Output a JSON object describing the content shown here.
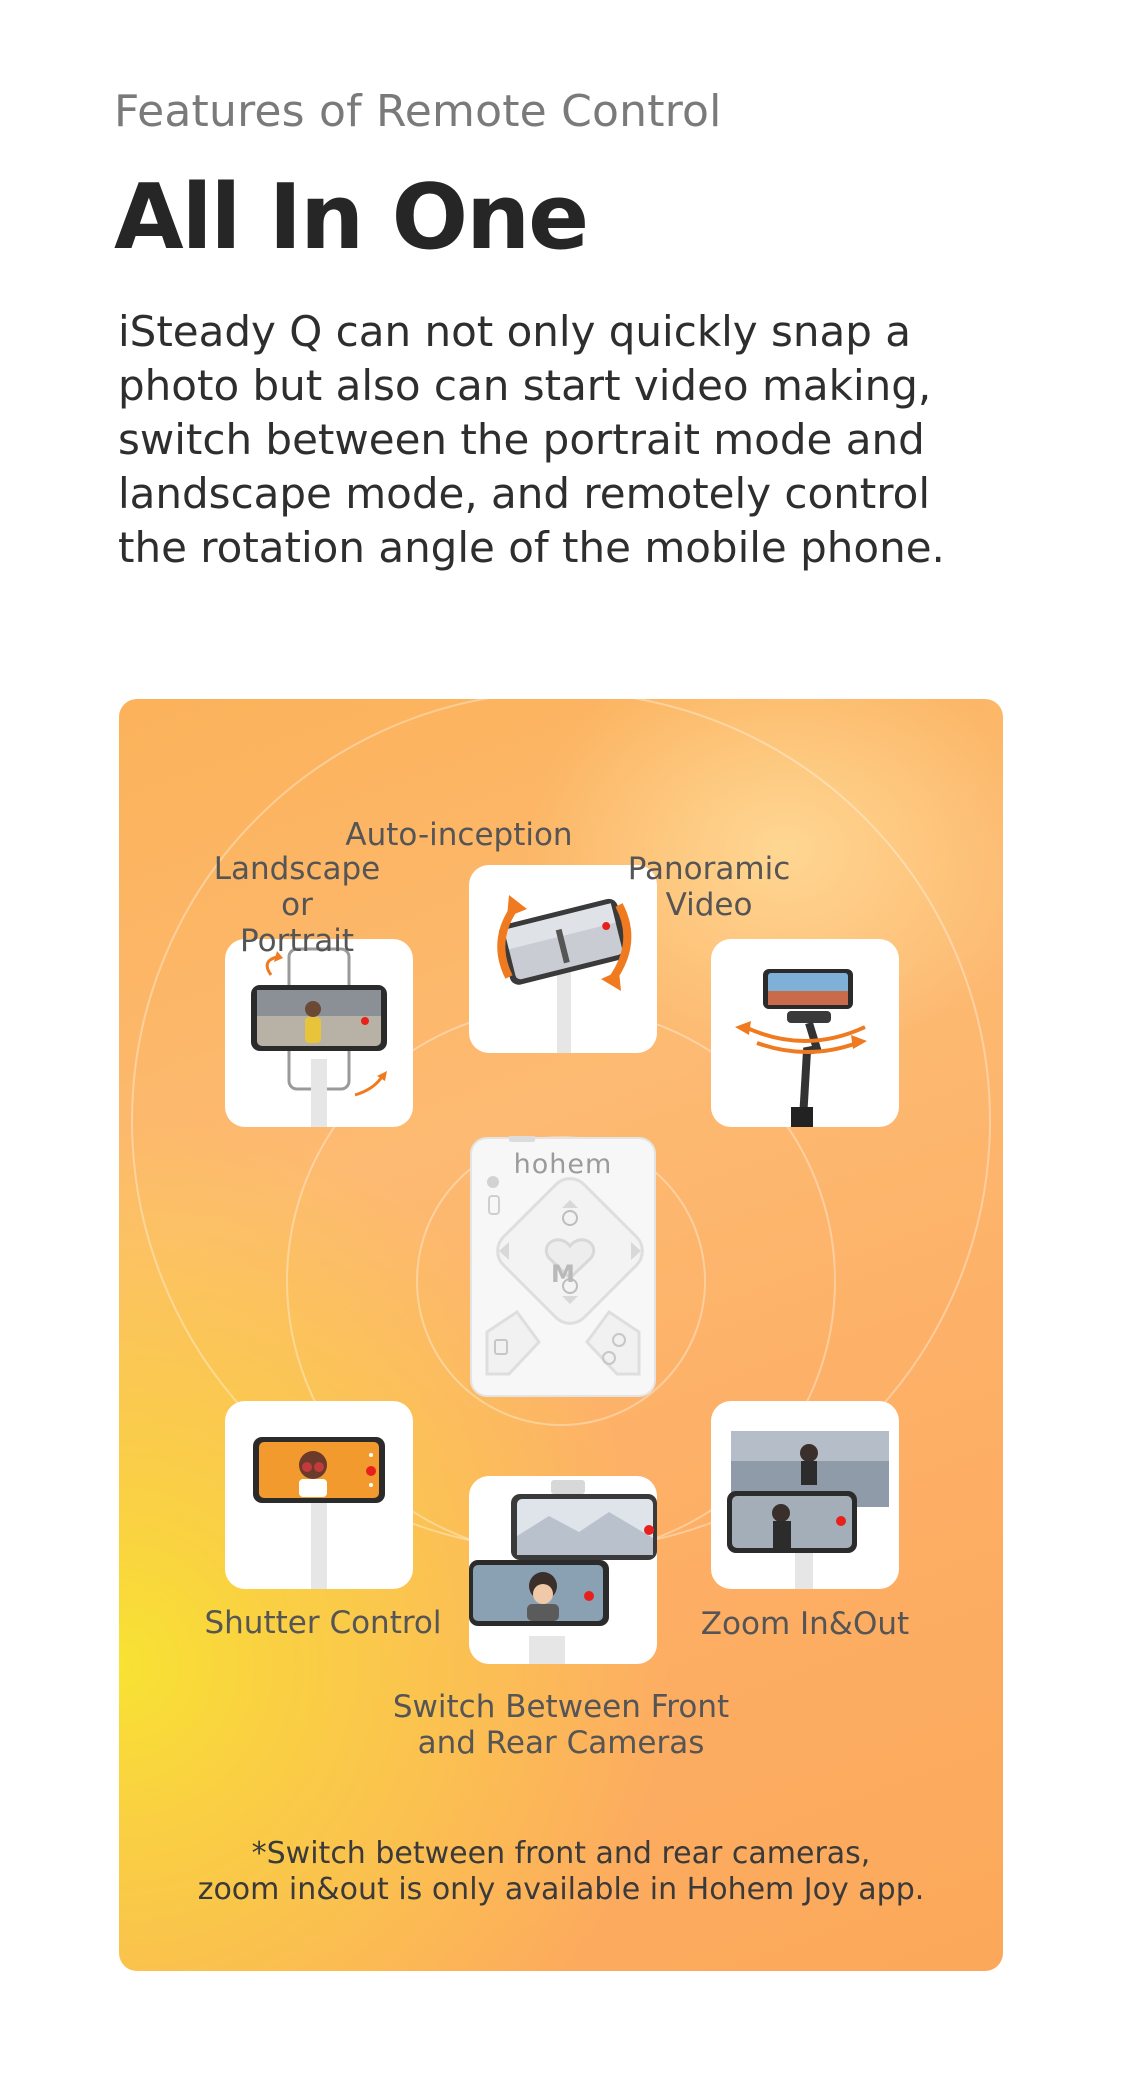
{
  "header": {
    "eyebrow": "Features of Remote Control",
    "title": "All In One",
    "description": "iSteady Q can not only quickly snap a\nphoto but also can start video making,\nswitch between the portrait mode and\nlandscape mode, and remotely control\nthe rotation angle of the mobile phone."
  },
  "features": {
    "landscape_portrait": "Landscape or\nPortrait",
    "auto_inception": "Auto-inception",
    "panoramic_video": "Panoramic\nVideo",
    "shutter_control": "Shutter Control",
    "switch_cameras": "Switch Between Front\nand Rear Cameras",
    "zoom": "Zoom In&Out"
  },
  "remote": {
    "brand": "hohem",
    "center_button": "M"
  },
  "footnote": "*Switch between front and rear cameras,\nzoom in&out is only available in Hohem Joy app.",
  "colors": {
    "accent_orange": "#f07a1f",
    "indicator_red": "#e8201c",
    "card_orange": "#fdb067",
    "card_yellow": "#f8e232"
  },
  "icons": {
    "rotate_arrows": "rotate-arrows-icon",
    "pan_arrows": "pan-arrows-icon"
  }
}
